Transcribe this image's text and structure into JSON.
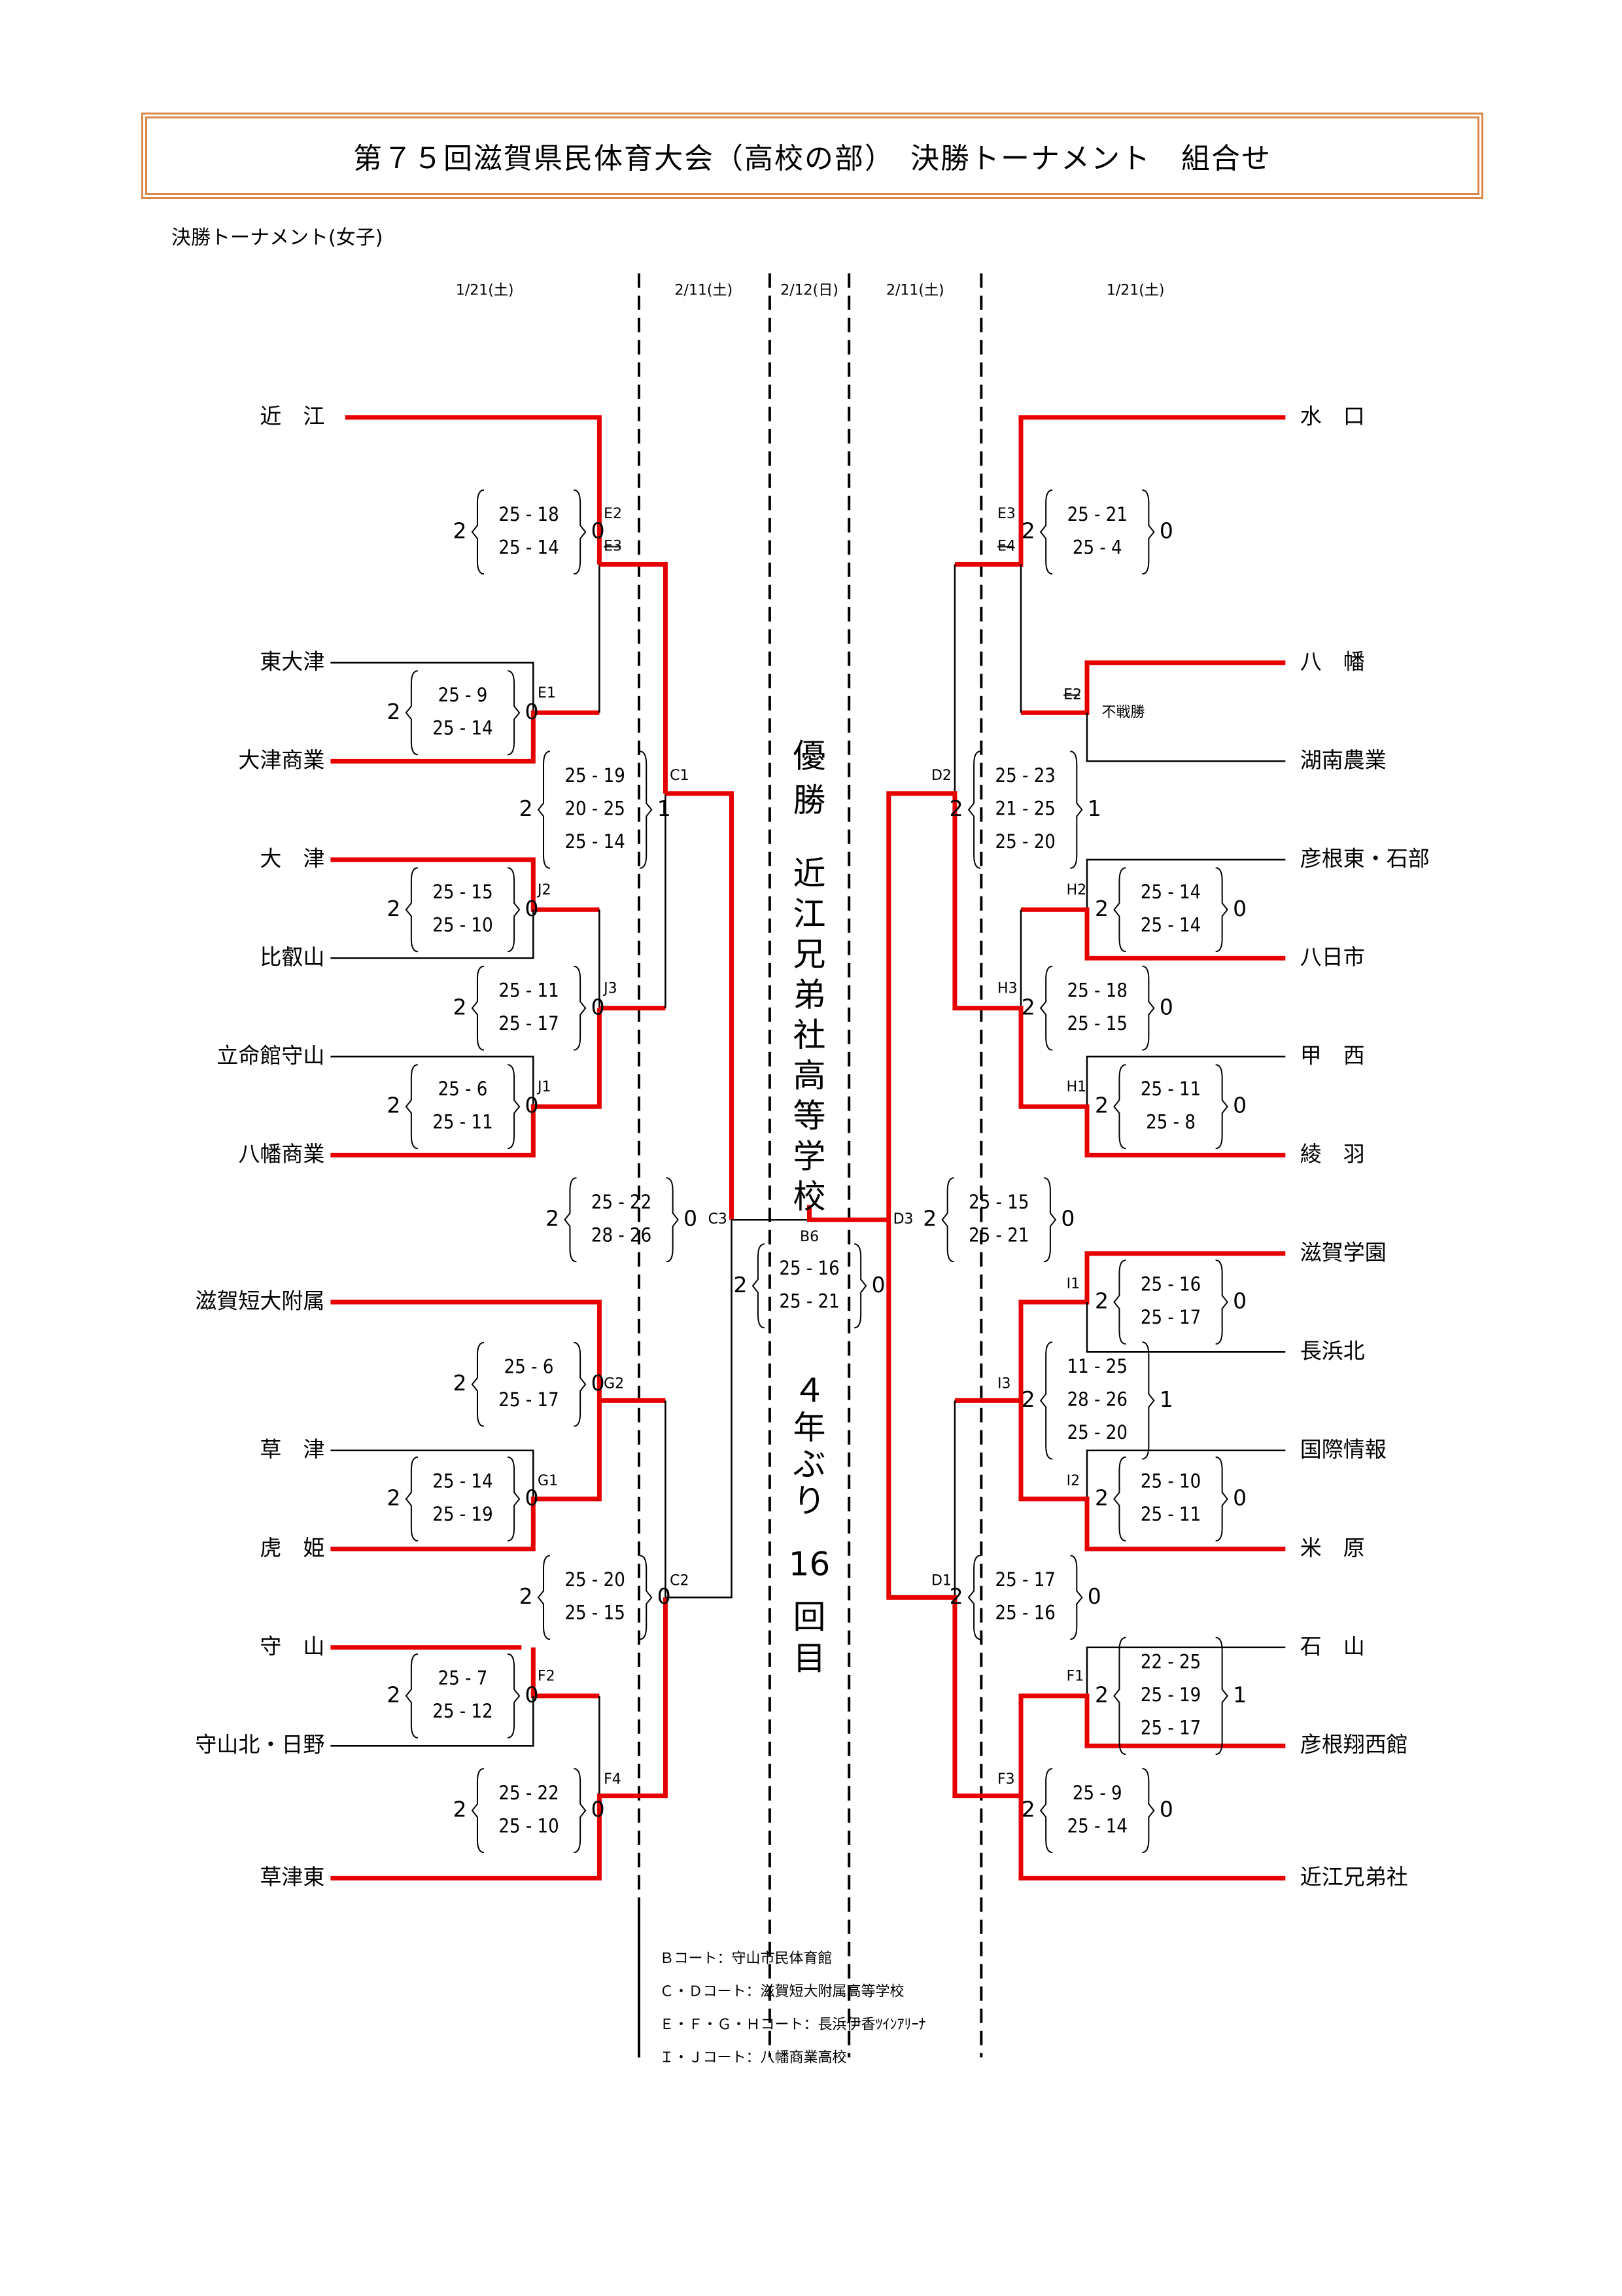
{
  "header": {
    "title": "第７５回滋賀県民体育大会（高校の部）　決勝トーナメント　組合せ",
    "subtitle": "決勝トーナメント(女子)"
  },
  "dates": {
    "left_r1": "1/21(土)",
    "left_r2": "2/11(土)",
    "final": "2/12(日)",
    "right_r2": "2/11(土)",
    "right_r1": "1/21(土)"
  },
  "teams": {
    "left": [
      "近　江",
      "東大津",
      "大津商業",
      "大　津",
      "比叡山",
      "立命館守山",
      "八幡商業",
      "滋賀短大附属",
      "草　津",
      "虎　姫",
      "守　山",
      "守山北・日野",
      "草津東"
    ],
    "right": [
      "水　口",
      "八　幡",
      "湖南農業",
      "彦根東・石部",
      "八日市",
      "甲　西",
      "綾　羽",
      "滋賀学園",
      "長浜北",
      "国際情報",
      "米　原",
      "石　山",
      "彦根翔西館",
      "近江兄弟社"
    ]
  },
  "matches": [
    {
      "code": "E1",
      "w": "2",
      "l": "0",
      "sets": [
        "25 - 9",
        "25 - 14"
      ]
    },
    {
      "code": "E2",
      "code2": "E3",
      "w": "2",
      "l": "0",
      "sets": [
        "25 - 18",
        "25 - 14"
      ]
    },
    {
      "code": "J2",
      "w": "2",
      "l": "0",
      "sets": [
        "25 - 15",
        "25 - 10"
      ]
    },
    {
      "code": "J1",
      "w": "2",
      "l": "0",
      "sets": [
        "25 - 6",
        "25 - 11"
      ]
    },
    {
      "code": "J3",
      "w": "2",
      "l": "0",
      "sets": [
        "25 - 11",
        "25 - 17"
      ]
    },
    {
      "code": "C1",
      "w": "2",
      "l": "1",
      "sets": [
        "25 - 19",
        "20 - 25",
        "25 - 14"
      ]
    },
    {
      "code": "G1",
      "w": "2",
      "l": "0",
      "sets": [
        "25 - 14",
        "25 - 19"
      ]
    },
    {
      "code": "G2",
      "w": "2",
      "l": "0",
      "sets": [
        "25 - 6",
        "25 - 17"
      ]
    },
    {
      "code": "F2",
      "w": "2",
      "l": "0",
      "sets": [
        "25 - 7",
        "25 - 12"
      ]
    },
    {
      "code": "F4",
      "w": "2",
      "l": "0",
      "sets": [
        "25 - 22",
        "25 - 10"
      ]
    },
    {
      "code": "C2",
      "w": "2",
      "l": "0",
      "sets": [
        "25 - 20",
        "25 - 15"
      ]
    },
    {
      "code": "C3",
      "w": "2",
      "l": "0",
      "sets": [
        "25 - 22",
        "28 - 26"
      ]
    },
    {
      "code": "E3",
      "code2": "E4",
      "w": "2",
      "l": "0",
      "sets": [
        "25 - 21",
        "25 - 4"
      ]
    },
    {
      "code": "E2",
      "w": "",
      "l": "",
      "sets": [],
      "note": "不戦勝"
    },
    {
      "code": "H2",
      "w": "2",
      "l": "0",
      "sets": [
        "25 - 14",
        "25 - 14"
      ]
    },
    {
      "code": "H1",
      "w": "2",
      "l": "0",
      "sets": [
        "25 - 11",
        "25 - 8"
      ]
    },
    {
      "code": "H3",
      "w": "2",
      "l": "0",
      "sets": [
        "25 - 18",
        "25 - 15"
      ]
    },
    {
      "code": "D2",
      "w": "2",
      "l": "1",
      "sets": [
        "25 - 23",
        "21 - 25",
        "25 - 20"
      ]
    },
    {
      "code": "I1",
      "w": "2",
      "l": "0",
      "sets": [
        "25 - 16",
        "25 - 17"
      ]
    },
    {
      "code": "I2",
      "w": "2",
      "l": "0",
      "sets": [
        "25 - 10",
        "25 - 11"
      ]
    },
    {
      "code": "I3",
      "w": "2",
      "l": "1",
      "sets": [
        "11 - 25",
        "28 - 26",
        "25 - 20"
      ]
    },
    {
      "code": "F1",
      "w": "2",
      "l": "1",
      "sets": [
        "22 - 25",
        "25 - 19",
        "25 - 17"
      ]
    },
    {
      "code": "F3",
      "w": "2",
      "l": "0",
      "sets": [
        "25 - 9",
        "25 - 14"
      ]
    },
    {
      "code": "D1",
      "w": "2",
      "l": "0",
      "sets": [
        "25 - 17",
        "25 - 16"
      ]
    },
    {
      "code": "D3",
      "w": "2",
      "l": "0",
      "sets": [
        "25 - 15",
        "25 - 21"
      ]
    },
    {
      "code": "B6",
      "w": "2",
      "l": "0",
      "sets": [
        "25 - 16",
        "25 - 21"
      ]
    }
  ],
  "champion": {
    "label": "優勝",
    "team": "近江兄弟社高等学校",
    "note1": "４年ぶり",
    "note2": "16",
    "note3": "回目"
  },
  "legend": [
    "Ｂコート：守山市民体育館",
    "Ｃ・Ｄコート：滋賀短大附属高等学校",
    "Ｅ・Ｆ・Ｇ・Ｈコート：長浜伊香ﾂｲﾝｱﾘｰﾅ",
    "Ｉ・Ｊコート：八幡商業高校"
  ],
  "colors": {
    "winner_line": "#e60000",
    "loser_line": "#000000",
    "title_border": "#d9874a"
  }
}
